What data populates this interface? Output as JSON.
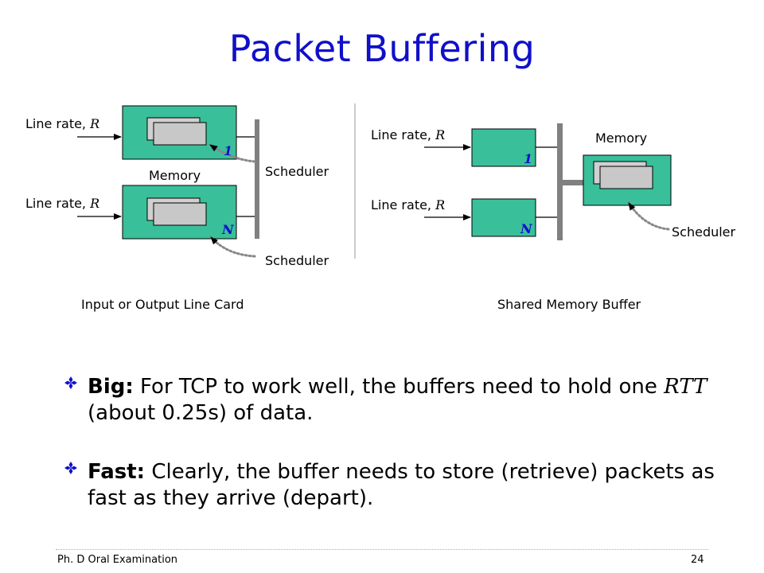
{
  "slide": {
    "title": "Packet Buffering",
    "footer_left": "Ph. D Oral Examination",
    "page_number": "24"
  },
  "left_diagram": {
    "line_rate_label": "Line rate,",
    "line_rate_symbol": "R",
    "port_top": "1",
    "port_bottom": "N",
    "memory_label": "Memory",
    "scheduler_top": "Scheduler",
    "scheduler_bottom": "Scheduler",
    "caption": "Input or Output Line Card"
  },
  "right_diagram": {
    "line_rate_label": "Line rate,",
    "line_rate_symbol": "R",
    "port_top": "1",
    "port_bottom": "N",
    "memory_label": "Memory",
    "scheduler": "Scheduler",
    "caption": "Shared Memory Buffer"
  },
  "bullets": [
    {
      "term": "Big:",
      "text_before": " For TCP to work well, the buffers need to hold one ",
      "emph": "RTT",
      "text_after": " (about 0.25s) of data."
    },
    {
      "term": "Fast:",
      "text_before": " Clearly, the buffer needs to store (retrieve) packets as fast as they arrive (depart).",
      "emph": "",
      "text_after": ""
    }
  ],
  "colors": {
    "title": "#1010c8",
    "box_fill": "#39bf9a",
    "bus": "#808080",
    "port_label": "#1010c8"
  },
  "icons": {
    "bullet": "four-diamond-bullet-icon"
  }
}
